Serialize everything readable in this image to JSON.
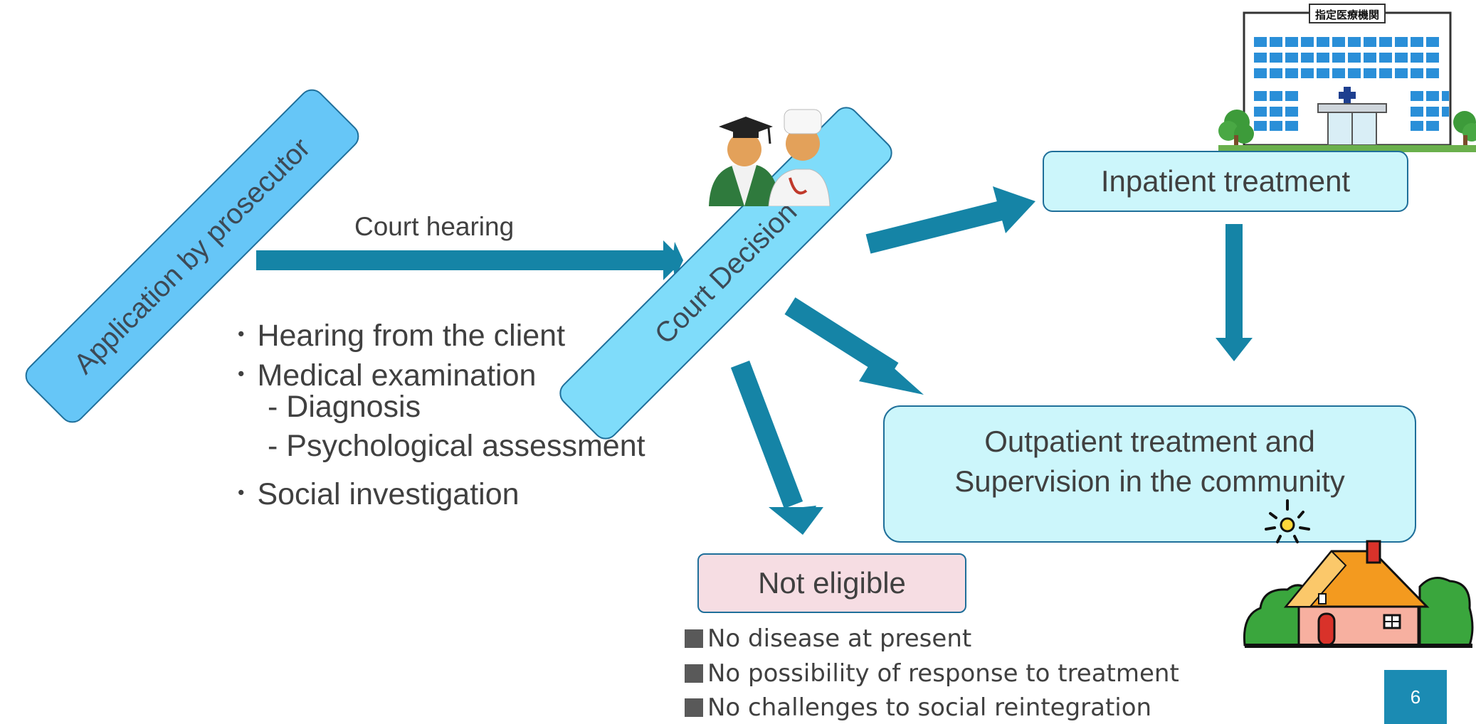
{
  "application_label": "Application by prosecutor",
  "court_hearing_label": "Court hearing",
  "court_decision_label": "Court Decision",
  "inpatient_label": "Inpatient treatment",
  "outpatient_line1": "Outpatient treatment and",
  "outpatient_line2": "Supervision in the community",
  "not_eligible_label": "Not eligible",
  "hospital_sign": "指定医療機関",
  "page_number": "6",
  "hearing_items": [
    "･ Hearing from the client",
    "･  Medical examination",
    "- Diagnosis",
    "- Psychological assessment",
    "･  Social investigation"
  ],
  "not_eligible_reasons": [
    "No disease at present",
    "No possibility of response to treatment",
    "No challenges to social reintegration"
  ],
  "colors": {
    "arrow": "#1584a6",
    "rotated_box": "#66c6f7",
    "court_box": "#7fdcfa",
    "outcome_box": "#ccf6fb",
    "not_eligible_box": "#f6dde3",
    "page_badge": "#1b8bb3"
  },
  "icons": [
    "judge-and-doctor-icon",
    "hospital-building-icon",
    "house-icon",
    "sun-icon"
  ]
}
